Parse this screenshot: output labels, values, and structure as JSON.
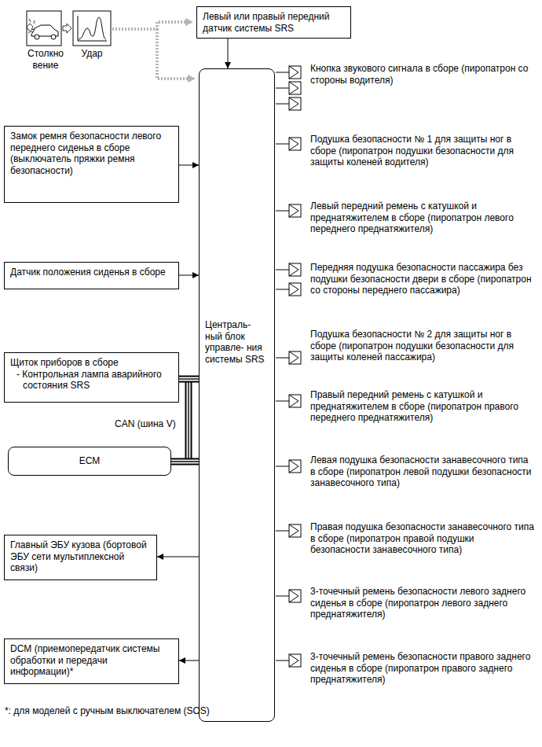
{
  "diagram": {
    "nodes": [
      {
        "text": [
          "Левый или правый передний датчик системы SRS"
        ]
      },
      {
        "text": [
          "Централь- ный блок управле- ния системы SRS"
        ]
      },
      {
        "text": [
          "Замок ремня безопасности левого переднего сиденья в сборе (выключатель пряжки ремня безопасности)"
        ]
      },
      {
        "text": [
          "Датчик положения сиденья в сборе"
        ]
      },
      {
        "text": [
          "Щиток приборов в сборе",
          "- Контрольная лампа аварийного состояния SRS"
        ]
      },
      {
        "text": [
          "ECM"
        ]
      },
      {
        "text": [
          "Главный ЭБУ кузова (бортовой ЭБУ сети мультиплексной связи)"
        ]
      },
      {
        "text": [
          "DCM (приемопередатчик системы обработки и передачи информации)*"
        ]
      }
    ],
    "edges": [
      {
        "from": 0,
        "to": 1,
        "arrow": "to"
      },
      {
        "from": 2,
        "to": 1,
        "arrow": "to"
      },
      {
        "from": 3,
        "to": 1,
        "arrow": "to"
      },
      {
        "from": 4,
        "to": 1,
        "arrow": "none"
      },
      {
        "from": 5,
        "to": 1,
        "arrow": "none"
      },
      {
        "from": 1,
        "to": 6,
        "arrow": "to"
      },
      {
        "from": 1,
        "to": 7,
        "arrow": "to"
      }
    ],
    "labels": [
      "Столкно вение",
      "Удар",
      "Кнопка звукового сигнала в сборе (пиропатрон со стороны водителя)",
      "Подушка безопасности № 1 для защиты ног в сборе (пиропатрон подушки безопасности для защиты коленей водителя)",
      "Левый передний ремень с катушкой и преднатяжителем в сборе (пиропатрон левого переднего преднатяжителя)",
      "Передняя подушка безопасности пассажира без подушки безопасности двери в сборе (пиропатрон со стороны переднего пассажира)",
      "Подушка безопасности № 2 для защиты ног в сборе (пиропатрон подушки безопасности для защиты коленей пассажира)",
      "Правый передний ремень с катушкой и преднатяжителем в сборе (пиропатрон правого переднего преднатяжителя)",
      "Левая подушка безопасности занавесочного типа в сборе (пиропатрон левой подушки безопасности занавесочного типа)",
      "Правая подушка безопасности занавесочного типа в сборе (пиропатрон правой подушки безопасности занавесочного типа)",
      "3-точечный ремень безопасности левого заднего сиденья в сборе (пиропатрон левого заднего преднатяжителя)",
      "3-точечный ремень безопасности правого заднего сиденья в сборе (пиропатрон правого заднего преднатяжителя)",
      "CAN (шина V)",
      "*: для моделей с ручным выключателем (SOS)"
    ]
  }
}
